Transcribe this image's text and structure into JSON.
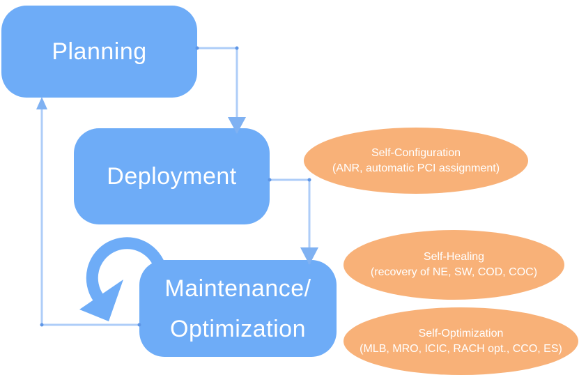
{
  "stages": [
    {
      "label": "Planning"
    },
    {
      "label": "Deployment"
    },
    {
      "lines": [
        "Maintenance/",
        "Optimization"
      ]
    }
  ],
  "son_functions": [
    {
      "title": "Self-Configuration",
      "detail": "(ANR, automatic PCI assignment)"
    },
    {
      "title": "Self-Healing",
      "detail": "(recovery of NE, SW, COD, COC)"
    },
    {
      "title": "Self-Optimization",
      "detail": "(MLB, MRO, ICIC, RACH opt., CCO, ES)"
    }
  ],
  "icons": {
    "loop_arrow": "circular-loop-arrow"
  },
  "colors": {
    "stage_fill": "#6EACF7",
    "function_fill": "#F8B178",
    "connector_line": "#AECDF8",
    "connector_arrowhead": "#7FB1F2",
    "connector_dot": "#5E96E6",
    "text": "#FFFFFF"
  }
}
